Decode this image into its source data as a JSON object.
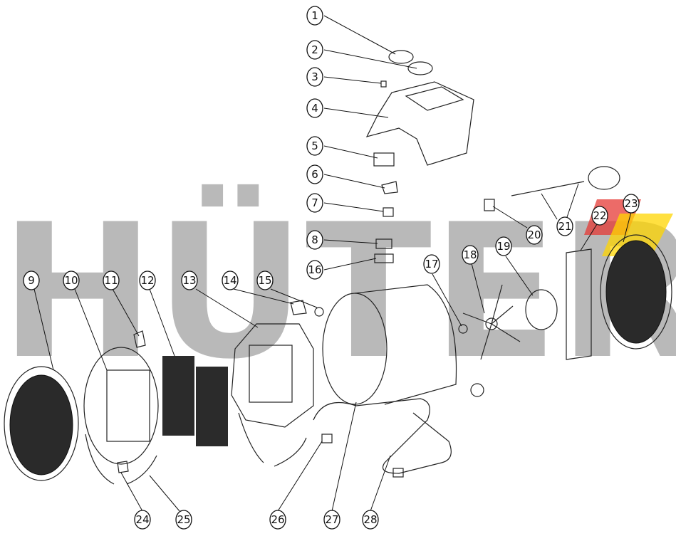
{
  "watermark": {
    "text": "HÜTER",
    "color": "#b9b9b9",
    "accent_colors": [
      "#e53935",
      "#ffd600"
    ]
  },
  "callouts": [
    {
      "n": "1"
    },
    {
      "n": "2"
    },
    {
      "n": "3"
    },
    {
      "n": "4"
    },
    {
      "n": "5"
    },
    {
      "n": "6"
    },
    {
      "n": "7"
    },
    {
      "n": "8"
    },
    {
      "n": "9"
    },
    {
      "n": "10"
    },
    {
      "n": "11"
    },
    {
      "n": "12"
    },
    {
      "n": "13"
    },
    {
      "n": "14"
    },
    {
      "n": "15"
    },
    {
      "n": "16"
    },
    {
      "n": "17"
    },
    {
      "n": "18"
    },
    {
      "n": "19"
    },
    {
      "n": "20"
    },
    {
      "n": "21"
    },
    {
      "n": "22"
    },
    {
      "n": "23"
    },
    {
      "n": "24"
    },
    {
      "n": "25"
    },
    {
      "n": "26"
    },
    {
      "n": "27"
    },
    {
      "n": "28"
    }
  ]
}
